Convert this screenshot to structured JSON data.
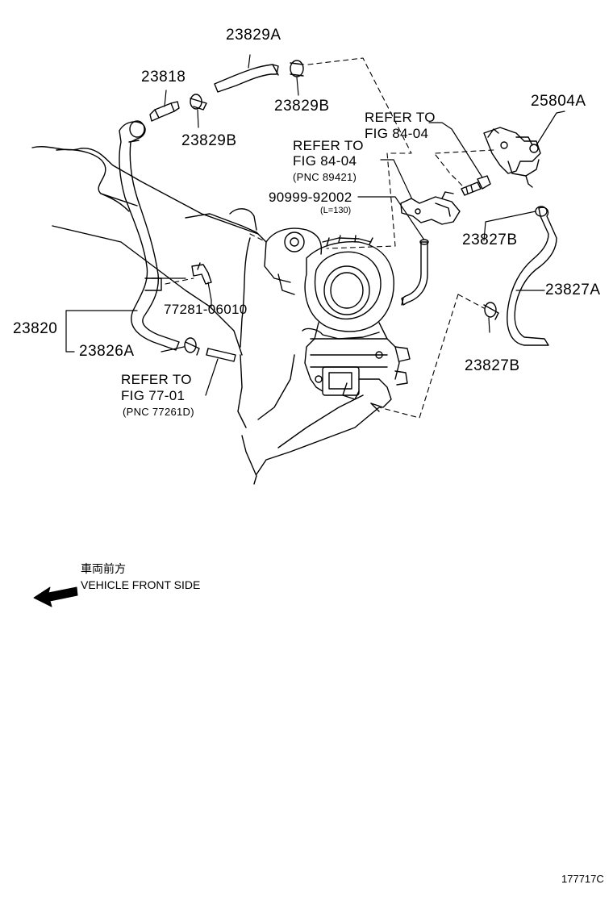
{
  "parts": {
    "p23829A": "23829A",
    "p23818": "23818",
    "p23829B_top": "23829B",
    "p23829B_mid": "23829B",
    "p25804A": "25804A",
    "p90999": "90999-92002",
    "p90999_len": "(L=130)",
    "p23827B_top": "23827B",
    "p23827A": "23827A",
    "p23827B_bot": "23827B",
    "p77281": "77281-06010",
    "p23820": "23820",
    "p23826A": "23826A"
  },
  "refs": {
    "ref1_line1": "REFER TO",
    "ref1_line2": "FIG 84-04",
    "ref2_line1": "REFER TO",
    "ref2_line2": "FIG 84-04",
    "ref2_pnc": "(PNC 89421)",
    "ref3_line1": "REFER TO",
    "ref3_line2": "FIG 77-01",
    "ref3_pnc": "(PNC 77261D)"
  },
  "direction": {
    "japanese": "車両前方",
    "english": "VEHICLE FRONT SIDE",
    "arrow_icon": "left-arrow-icon"
  },
  "figure_id": "177717C",
  "colors": {
    "ink": "#000000",
    "background": "#ffffff"
  }
}
